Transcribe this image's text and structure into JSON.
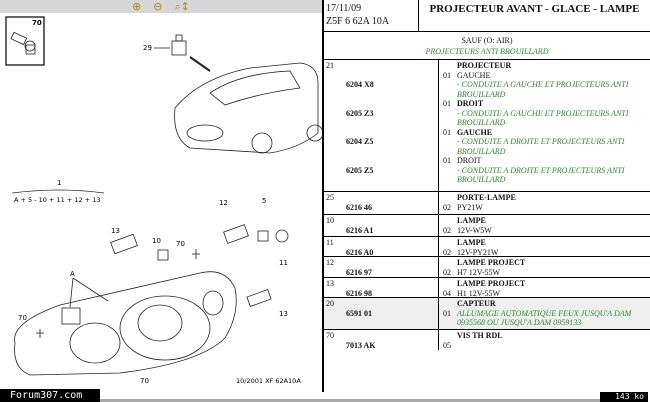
{
  "toolbar": {
    "zoom_in": "⊕",
    "zoom_out": "⊖",
    "zoom_fit": "⌕↕"
  },
  "drawing": {
    "labels": {
      "c70": "70",
      "c29": "29",
      "c1": "1",
      "formula": "A + 5 - 10 + 11 + 12 + 13",
      "l12": "12",
      "l5": "5",
      "l13a": "13",
      "l10": "10",
      "l70a": "70",
      "l11": "11",
      "lA": "A",
      "l13b": "13",
      "l70b": "70",
      "l70c": "70",
      "ref": "10/2001   XF 62A10A"
    }
  },
  "footer": {
    "site": "Forum307.com",
    "size": "143 ko"
  },
  "header": {
    "date": "17/11/09",
    "code": "Z5F 6 62A 10A",
    "title": "PROJECTEUR AVANT - GLACE - LAMPE"
  },
  "subheader": {
    "line1": "SAUF (O: AIR)",
    "line2": "PROJECTEURS ANTI BROUILLARD"
  },
  "rows": [
    {
      "num": "21",
      "parts": [
        {
          "ref": "",
          "qty": "",
          "name": "PROJECTEUR",
          "note": ""
        },
        {
          "ref": "6204 X8",
          "qty": "01",
          "name": "GAUCHE",
          "note": "- CONDUITE A GAUCHE ET PROJECTEURS ANTI BROUILLARD"
        },
        {
          "ref": "6205 Z3",
          "qty": "01",
          "name": "DROIT",
          "note": "- CONDUITE A GAUCHE ET PROJECTEURS ANTI BROUILLARD"
        },
        {
          "ref": "6204 Z5",
          "qty": "01",
          "name": "GAUCHE",
          "note": "- CONDUITE A DROITE ET PROJECTEURS ANTI BROUILLARD"
        },
        {
          "ref": "6205 Z5",
          "qty": "01",
          "name": "DROIT",
          "note": "- CONDUITE A DROITE ET PROJECTEURS ANTI BROUILLARD"
        }
      ]
    },
    {
      "num": "25",
      "ref": "6216 46",
      "qty": "02",
      "title": "PORTE-LAMPE",
      "desc": "PY21W"
    },
    {
      "num": "10",
      "ref": "6216 A1",
      "qty": "02",
      "title": "LAMPE",
      "desc": "12V-W5W"
    },
    {
      "num": "11",
      "ref": "6216 A0",
      "qty": "02",
      "title": "LAMPE",
      "desc": "12V-PY21W"
    },
    {
      "num": "12",
      "ref": "6216 97",
      "qty": "02",
      "title": "LAMPE PROJECT",
      "desc": "H7 12V-55W"
    },
    {
      "num": "13",
      "ref": "6216 98",
      "qty": "04",
      "title": "LAMPE PROJECT",
      "desc": "H1 12V-55W"
    },
    {
      "num": "20",
      "ref": "6591 01",
      "qty": "01",
      "title": "CAPTEUR",
      "note": "ALLUMAGE AUTOMATIQUE FEUX JUSQU'A DAM 0935568 OU JUSQU'A DAM 0959133"
    },
    {
      "num": "70",
      "ref": "7013 AK",
      "qty": "05",
      "title": "VIS TH RDL"
    }
  ]
}
